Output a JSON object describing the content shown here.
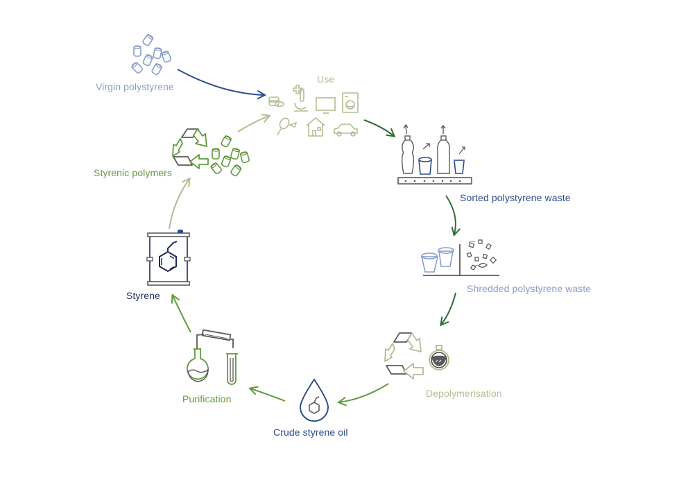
{
  "diagram": {
    "title": "Polystyrene circular recycling loop",
    "colors": {
      "navy": "#2b4c8c",
      "dark_navy": "#1f2a5a",
      "periwinkle": "#8a9cc8",
      "green": "#5f9a3c",
      "dark_green": "#2a6e30",
      "sage": "#b0bd8f",
      "gray": "#5a5a5a"
    },
    "stages": [
      {
        "id": "virgin",
        "label": "Virgin polystyrene",
        "icon": "pellets-icon"
      },
      {
        "id": "use",
        "label": "Use",
        "icon": "consumer-products-icon"
      },
      {
        "id": "sorted",
        "label": "Sorted polystyrene waste",
        "icon": "conveyor-belt-icon"
      },
      {
        "id": "shredded",
        "label": "Shredded polystyrene waste",
        "icon": "shredded-cups-icon"
      },
      {
        "id": "depoly",
        "label": "Depolymerisation",
        "icon": "recycle-flask-icon"
      },
      {
        "id": "crude",
        "label": "Crude styrene oil",
        "icon": "oil-drop-icon"
      },
      {
        "id": "purif",
        "label": "Purification",
        "icon": "distillation-icon"
      },
      {
        "id": "styrene",
        "label": "Styrene",
        "icon": "barrel-icon"
      },
      {
        "id": "polymers",
        "label": "Styrenic polymers",
        "icon": "recycle-pellets-icon"
      }
    ],
    "flows": [
      {
        "from": "virgin",
        "to": "use"
      },
      {
        "from": "use",
        "to": "sorted"
      },
      {
        "from": "sorted",
        "to": "shredded"
      },
      {
        "from": "shredded",
        "to": "depoly"
      },
      {
        "from": "depoly",
        "to": "crude"
      },
      {
        "from": "crude",
        "to": "purif"
      },
      {
        "from": "purif",
        "to": "styrene"
      },
      {
        "from": "styrene",
        "to": "polymers"
      },
      {
        "from": "polymers",
        "to": "use"
      }
    ]
  }
}
